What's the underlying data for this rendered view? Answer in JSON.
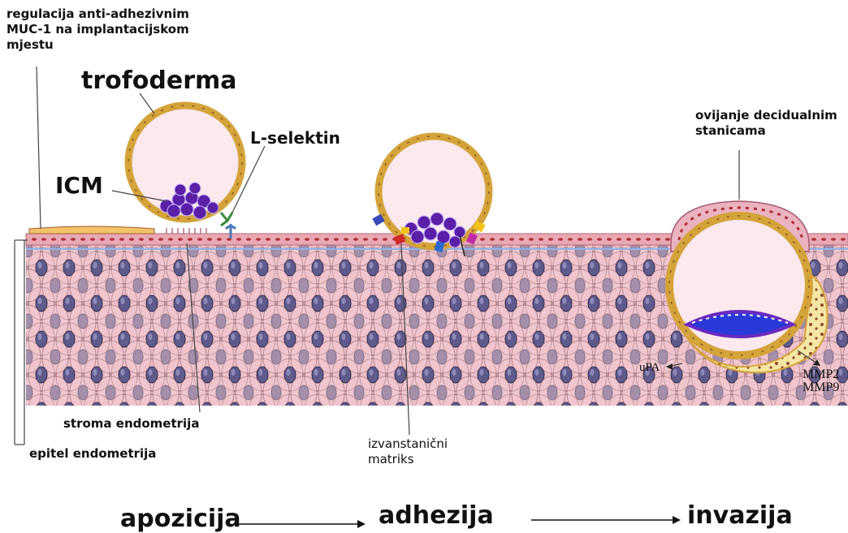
{
  "labels": {
    "muc1": "regulacija anti-adhezivnim\nMUC-1 na implantacijskom\nmjestu",
    "trofoderma": "trofoderma",
    "icm": "ICM",
    "lselektin": "L-selektin",
    "ovijanje": "ovijanje decidualnim\nstanicama",
    "stroma": "stroma endometrija",
    "epitel": "epitel endometrija",
    "izvanstanicni": "izvanstanični\nmatriks",
    "upa": "uPA",
    "mmp": "MMP2\nMMP9"
  },
  "stages": {
    "apozicija": "apozicija",
    "adhezija": "adhezija",
    "invazija": "invazija"
  },
  "colors": {
    "tissue": "#f0c4cc",
    "cell_border": "#8a5f69",
    "nucleus": "#5e5a8c",
    "blast_wall": "#d4a33a",
    "blast_inside": "#fbe9ee",
    "icm_cells": "#5b1fa8",
    "invasion_zone": "#f5e6a3"
  }
}
